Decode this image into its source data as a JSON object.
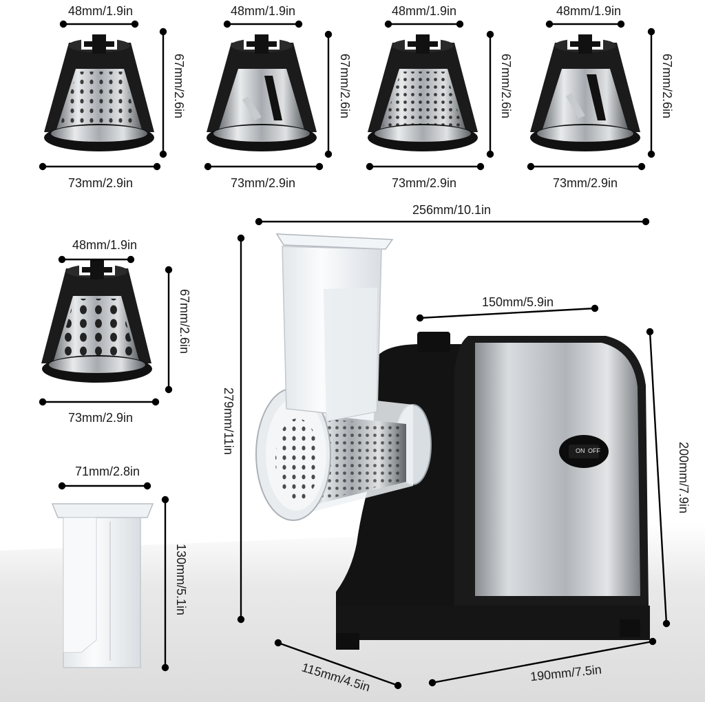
{
  "blades": [
    {
      "top": "48mm/1.9in",
      "height": "67mm/2.6in",
      "bottom": "73mm/2.9in"
    },
    {
      "top": "48mm/1.9in",
      "height": "67mm/2.6in",
      "bottom": "73mm/2.9in"
    },
    {
      "top": "48mm/1.9in",
      "height": "67mm/2.6in",
      "bottom": "73mm/2.9in"
    },
    {
      "top": "48mm/1.9in",
      "height": "67mm/2.6in",
      "bottom": "73mm/2.9in"
    },
    {
      "top": "48mm/1.9in",
      "height": "67mm/2.6in",
      "bottom": "73mm/2.9in"
    }
  ],
  "pusher": {
    "width": "71mm/2.8in",
    "height": "130mm/5.1in"
  },
  "machine": {
    "overall_width": "256mm/10.1in",
    "overall_height": "279mm/11in",
    "body_top": "150mm/5.9in",
    "body_height": "200mm/7.9in",
    "depth": "115mm/4.5in",
    "length": "190mm/7.5in",
    "switch_on": "ON",
    "switch_off": "OFF"
  },
  "colors": {
    "body_black": "#151515",
    "steel": "#b9bcbf",
    "clear_plastic": "#eef2f5"
  }
}
